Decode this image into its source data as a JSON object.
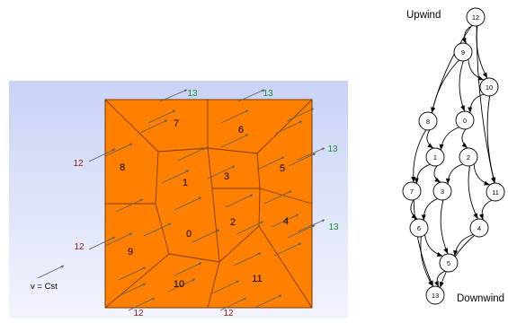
{
  "mesh": {
    "cells": [
      {
        "id": "cell-7",
        "label": "7"
      },
      {
        "id": "cell-6",
        "label": "6"
      },
      {
        "id": "cell-8",
        "label": "8"
      },
      {
        "id": "cell-1",
        "label": "1"
      },
      {
        "id": "cell-3",
        "label": "3"
      },
      {
        "id": "cell-5",
        "label": "5"
      },
      {
        "id": "cell-2",
        "label": "2"
      },
      {
        "id": "cell-4",
        "label": "4"
      },
      {
        "id": "cell-9",
        "label": "9"
      },
      {
        "id": "cell-0",
        "label": "0"
      },
      {
        "id": "cell-10",
        "label": "10"
      },
      {
        "id": "cell-11",
        "label": "11"
      }
    ],
    "inflow_label": "12",
    "outflow_label": "13",
    "velocity_label": "v = Cst",
    "colors": {
      "background_top": "#c9d2f5",
      "background_bottom": "#f2f4fd",
      "cell_fill": "#ff8000",
      "cell_edge": "#7a3a00",
      "arrow": "#5e5e5e",
      "inflow": "#8b1a1a",
      "outflow": "#1e8b2e"
    }
  },
  "graph": {
    "upwind_label": "Upwind",
    "downwind_label": "Downwind",
    "nodes": [
      "12",
      "9",
      "10",
      "8",
      "0",
      "1",
      "2",
      "7",
      "3",
      "11",
      "6",
      "4",
      "5",
      "13"
    ],
    "edges": [
      [
        "12",
        "9"
      ],
      [
        "12",
        "10"
      ],
      [
        "12",
        "8"
      ],
      [
        "12",
        "11"
      ],
      [
        "9",
        "8"
      ],
      [
        "9",
        "0"
      ],
      [
        "9",
        "10"
      ],
      [
        "10",
        "0"
      ],
      [
        "10",
        "11"
      ],
      [
        "8",
        "1"
      ],
      [
        "8",
        "7"
      ],
      [
        "0",
        "1"
      ],
      [
        "0",
        "2"
      ],
      [
        "1",
        "3"
      ],
      [
        "1",
        "7"
      ],
      [
        "2",
        "3"
      ],
      [
        "2",
        "4"
      ],
      [
        "2",
        "11"
      ],
      [
        "3",
        "6"
      ],
      [
        "3",
        "5"
      ],
      [
        "7",
        "6"
      ],
      [
        "7",
        "13"
      ],
      [
        "11",
        "4"
      ],
      [
        "6",
        "5"
      ],
      [
        "6",
        "13"
      ],
      [
        "4",
        "5"
      ],
      [
        "4",
        "13"
      ],
      [
        "5",
        "13"
      ]
    ]
  }
}
